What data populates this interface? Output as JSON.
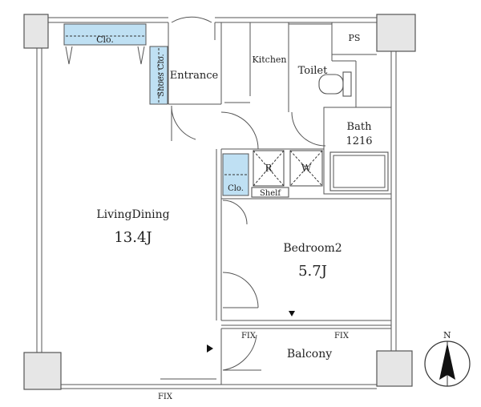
{
  "rooms": {
    "living": {
      "name": "LivingDining",
      "size": "13.4J"
    },
    "bedroom": {
      "name": "Bedroom2",
      "size": "5.7J"
    },
    "entrance": "Entrance",
    "kitchen": "Kitchen",
    "toilet": "Toilet",
    "bath": {
      "name": "Bath",
      "size": "1216"
    },
    "balcony": "Balcony",
    "ps": "PS"
  },
  "storage": {
    "living_closet": "Clo.",
    "shoes_closet": "Shoes Clo.",
    "bedroom_closet": "Clo.",
    "shelf": "Shelf"
  },
  "appliances": {
    "refrigerator": "R",
    "washer": "W"
  },
  "windows": {
    "fix_top": "FIX",
    "fix_right": "FIX",
    "fix_bottom": "FIX"
  },
  "compass": {
    "north_label": "N"
  }
}
